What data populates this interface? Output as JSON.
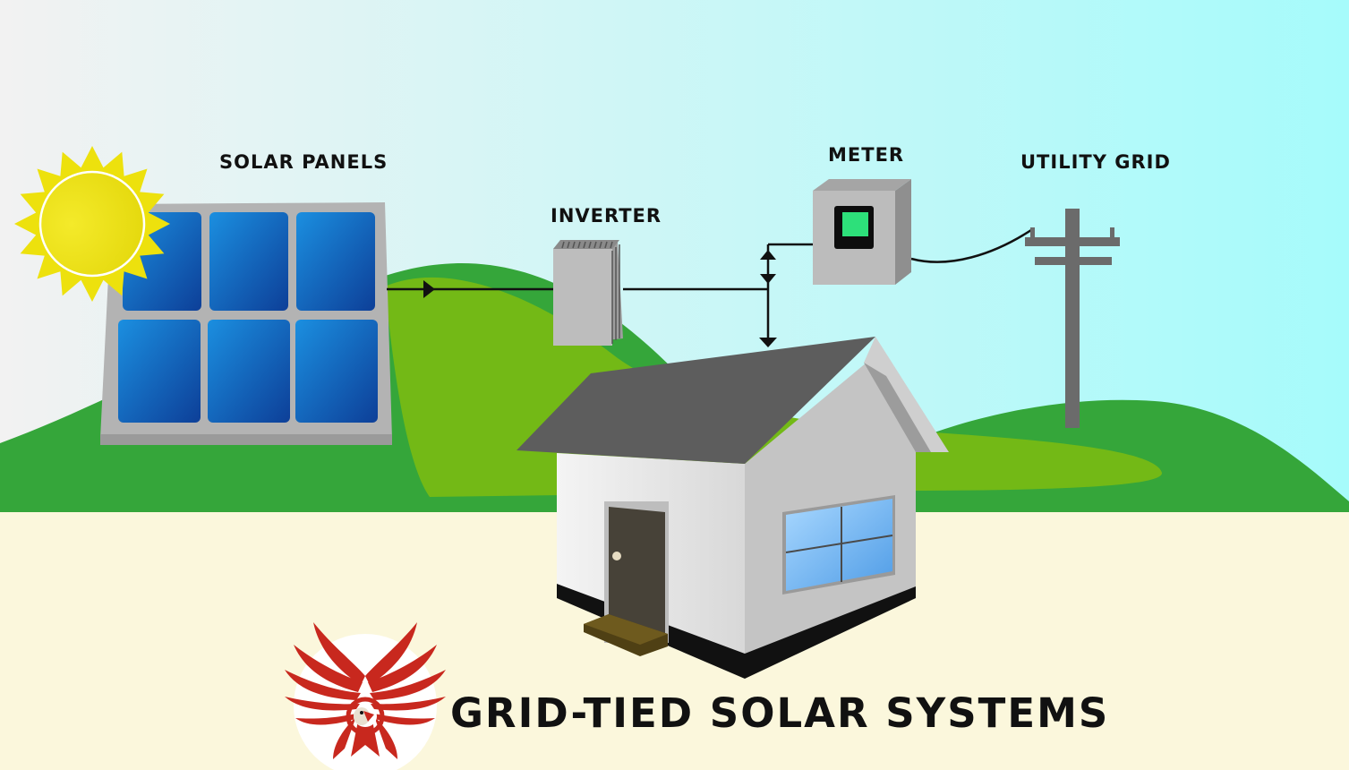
{
  "labels": {
    "solar_panels": "SOLAR PANELS",
    "inverter": "INVERTER",
    "meter": "METER",
    "utility_grid": "UTILITY GRID"
  },
  "title": "GRID-TIED SOLAR SYSTEMS",
  "colors": {
    "sky_left": "#f2f2f2",
    "sky_right": "#a6fbfb",
    "hill_dark": "#35a63a",
    "hill_light": "#73b916",
    "ground": "#fbf7dc",
    "sun": "#ede10d",
    "panel_blue": "#1a6fc6",
    "meter_display": "#2de07a",
    "logo_red": "#c8281e"
  }
}
